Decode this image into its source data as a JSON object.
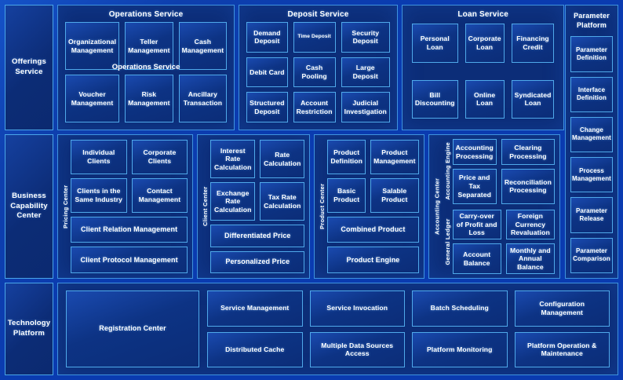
{
  "theme": {
    "background": "#0a3bb0",
    "panel_fill": "#0c2d78",
    "tile_fill": "#0d3384",
    "border": "#4fa9ea",
    "text": "#ffffff"
  },
  "rows": {
    "offerings": {
      "stripe_label": "Offerings Service",
      "groups": [
        {
          "title": "Operations Service",
          "subtitle": "Operations Service",
          "tiles": [
            "Organizational Management",
            "Teller Management",
            "Cash Management",
            "Voucher Management",
            "Risk Management",
            "Ancillary Transaction"
          ]
        },
        {
          "title": "Deposit Service",
          "tiles": [
            "Demand Deposit",
            "Time Deposit",
            "Security Deposit",
            "Debit Card",
            "Cash Pooling",
            "Large Deposit",
            "Structured Deposit",
            "Account Restriction",
            "Judicial Investigation"
          ]
        },
        {
          "title": "Loan Service",
          "tiles": [
            "Personal Loan",
            "Corporate Loan",
            "Financing Credit",
            "Bill Discounting",
            "Online Loan",
            "Syndicated Loan"
          ]
        }
      ]
    },
    "business": {
      "stripe_label": "Business Capability Center",
      "groups": [
        {
          "vlabel": "Pricing Center",
          "tiles": [
            {
              "label": "Individual Clients",
              "span": 1
            },
            {
              "label": "Corporate Clients",
              "span": 1
            },
            {
              "label": "Clients in the Same Industry",
              "span": 1
            },
            {
              "label": "Contact Management",
              "span": 1
            },
            {
              "label": "Client Relation Management",
              "span": 2
            },
            {
              "label": "Client Protocol Management",
              "span": 2
            }
          ]
        },
        {
          "vlabel": "Client Center",
          "tiles": [
            {
              "label": "Interest Rate Calculation",
              "span": 1
            },
            {
              "label": "Rate Calculation",
              "span": 1
            },
            {
              "label": "Exchange Rate Calculation",
              "span": 1
            },
            {
              "label": "Tax Rate Calculation",
              "span": 1
            },
            {
              "label": "Differentiated Price",
              "span": 2
            },
            {
              "label": "Personalized Price",
              "span": 2
            }
          ]
        },
        {
          "vlabel": "Product Center",
          "tiles": [
            {
              "label": "Product Definition",
              "span": 1
            },
            {
              "label": "Product Management",
              "span": 1
            },
            {
              "label": "Basic Product",
              "span": 1
            },
            {
              "label": "Salable Product",
              "span": 1
            },
            {
              "label": "Combined Product",
              "span": 2
            },
            {
              "label": "Product Engine",
              "span": 2
            }
          ]
        }
      ],
      "accounting": {
        "vlabel": "Accounting Center",
        "subgroups": [
          {
            "vlabel": "Accounting Engine",
            "tiles": [
              "Accounting Processing",
              "Clearing Processing",
              "Price and Tax Separated",
              "Reconciliation Processing"
            ]
          },
          {
            "vlabel": "General Ledger",
            "tiles": [
              "Carry-over of Profit and Loss",
              "Foreign Currency Revaluation",
              "Account Balance",
              "Monthly and Annual Balance"
            ]
          }
        ]
      }
    },
    "technology": {
      "stripe_label": "Technology Platform",
      "feature_tile": "Registration Center",
      "tiles": [
        "Service Management",
        "Service Invocation",
        "Batch Scheduling",
        "Configuration Management",
        "Distributed Cache",
        "Multiple Data Sources Access",
        "Platform Monitoring",
        "Platform Operation & Maintenance"
      ]
    }
  },
  "parameter_platform": {
    "title": "Parameter Platform",
    "tiles": [
      "Parameter Definition",
      "Interface Definition",
      "Change Management",
      "Process Management",
      "Parameter Release",
      "Parameter Comparison"
    ]
  }
}
